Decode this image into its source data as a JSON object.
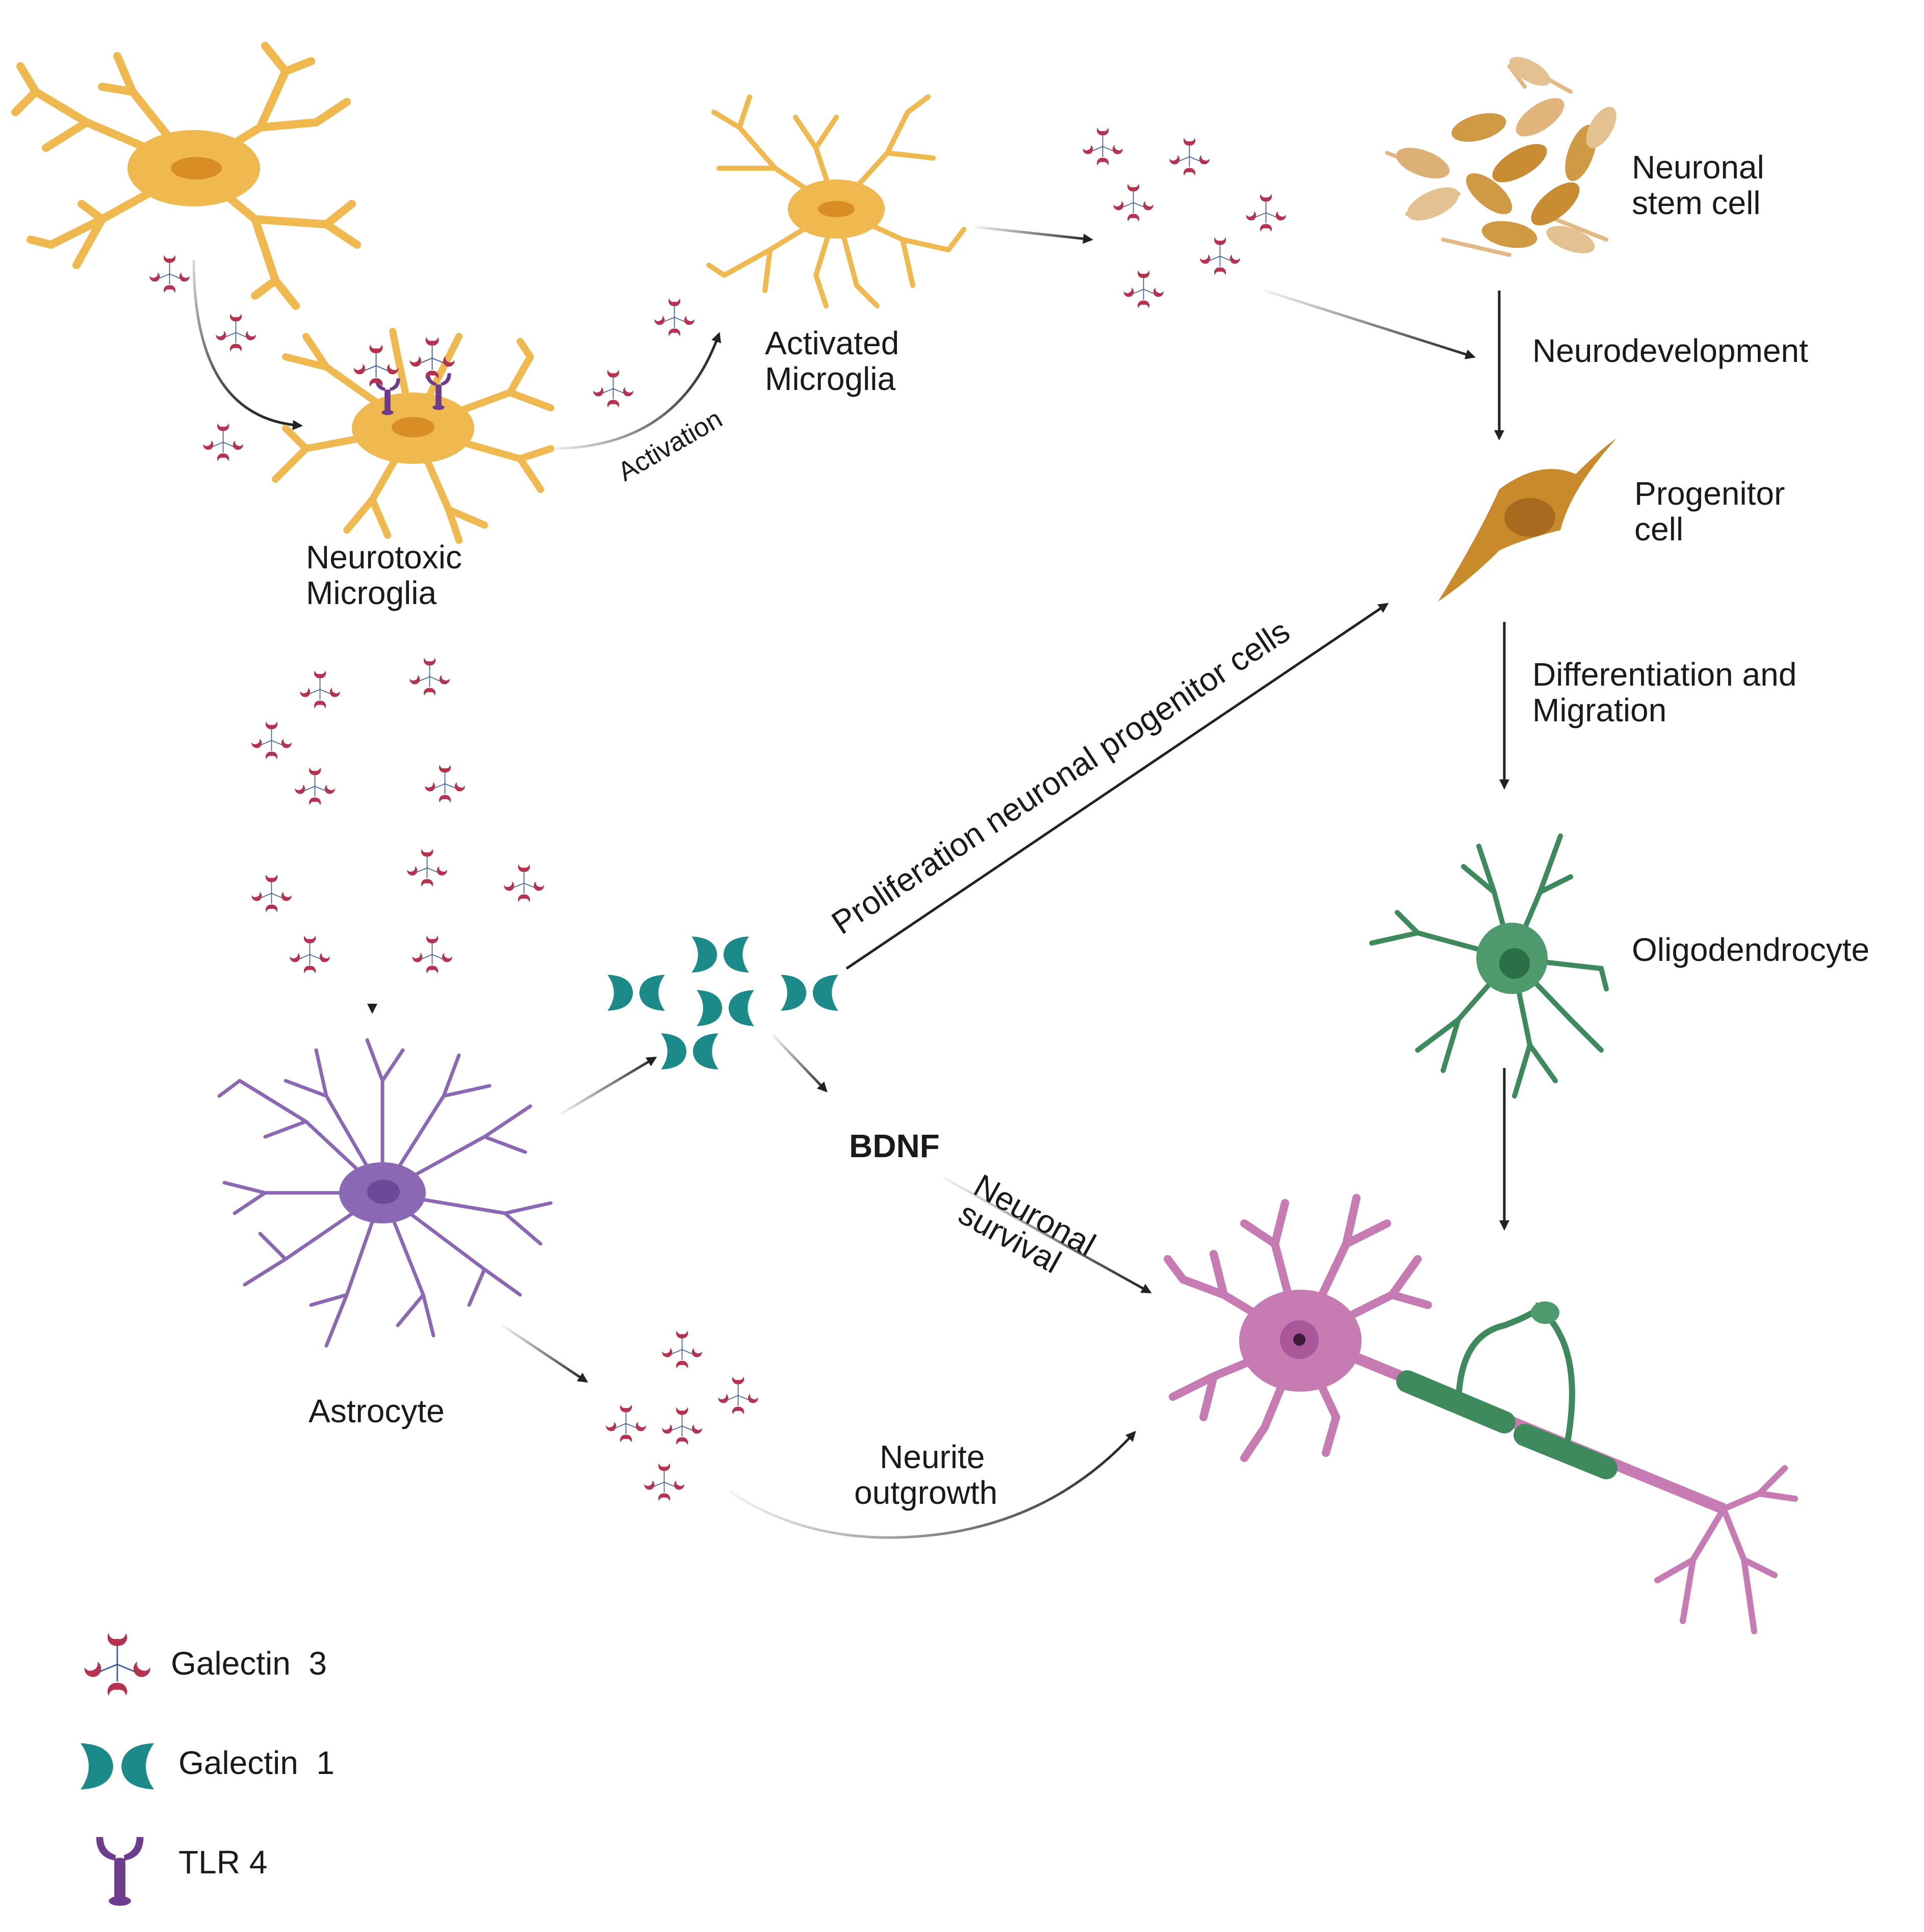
{
  "labels": {
    "activated_microglia": [
      "Activated",
      "Microglia"
    ],
    "neurotoxic_microglia": [
      "Neurotoxic",
      "Microglia"
    ],
    "activation": "Activation",
    "neuronal_stem_cell": [
      "Neuronal",
      "stem cell"
    ],
    "neurodevelopment": "Neurodevelopment",
    "progenitor_cell": [
      "Progenitor",
      "cell"
    ],
    "differentiation": [
      "Differentiation and",
      "Migration"
    ],
    "oligodendrocyte": "Oligodendrocyte",
    "proliferation": "Proliferation neuronal progenitor cells",
    "bdnf": "BDNF",
    "neuronal_survival": [
      "Neuronal",
      "survival"
    ],
    "astrocyte": "Astrocyte",
    "neurite_outgrowth": [
      "Neurite",
      "outgrowth"
    ]
  },
  "legend": [
    {
      "icon": "galectin-3-icon",
      "label": "Galectin  3"
    },
    {
      "icon": "galectin-1-icon",
      "label": "Galectin  1"
    },
    {
      "icon": "tlr4-icon",
      "label": "TLR 4"
    }
  ],
  "colors": {
    "microglia": "#f0b94f",
    "microglia_nucleus": "#d98e25",
    "stem_cell": "#d09a44",
    "progenitor": "#c88a2a",
    "oligodendrocyte": "#3f8a5c",
    "astrocyte": "#8a68b3",
    "neuron": "#c77bb3",
    "myelin": "#3f8a5c",
    "galectin3": "#b5334f",
    "galectin1": "#1d8a8a",
    "tlr4": "#6e3c8c",
    "arrow": "#222222"
  }
}
